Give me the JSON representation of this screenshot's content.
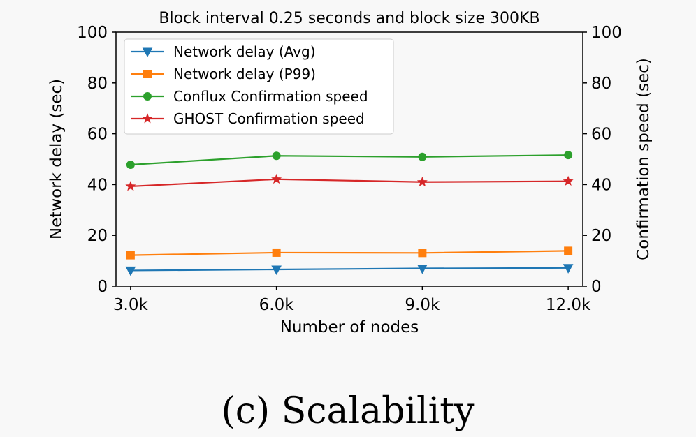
{
  "chart_data": {
    "type": "line",
    "title": "Block interval 0.25 seconds and block size 300KB",
    "xlabel": "Number of nodes",
    "ylabel_left": "Network delay (sec)",
    "ylabel_right": "Confirmation speed (sec)",
    "categories": [
      "3.0k",
      "6.0k",
      "9.0k",
      "12.0k"
    ],
    "x": [
      3000,
      6000,
      9000,
      12000
    ],
    "xlim": [
      2700,
      12300
    ],
    "ylim_left": [
      0,
      100
    ],
    "ylim_right": [
      0,
      100
    ],
    "yticks_left": [
      "0",
      "20",
      "40",
      "60",
      "80",
      "100"
    ],
    "yticks_right": [
      "0",
      "20",
      "40",
      "60",
      "80",
      "100"
    ],
    "grid": false,
    "legend_position": "top-left",
    "series": [
      {
        "name": "Network delay (Avg)",
        "axis": "left",
        "color": "#1f77b4",
        "marker": "triangle-down",
        "values": [
          6.2,
          6.6,
          7.0,
          7.2
        ]
      },
      {
        "name": "Network delay (P99)",
        "axis": "left",
        "color": "#ff7f0e",
        "marker": "square",
        "values": [
          12.2,
          13.2,
          13.1,
          13.9
        ]
      },
      {
        "name": "Conflux Confirmation speed",
        "axis": "right",
        "color": "#2ca02c",
        "marker": "circle",
        "values": [
          47.8,
          51.3,
          50.9,
          51.6
        ]
      },
      {
        "name": "GHOST Confirmation speed",
        "axis": "right",
        "color": "#d62728",
        "marker": "star",
        "values": [
          39.3,
          42.1,
          41.0,
          41.3
        ]
      }
    ]
  },
  "caption": "(c) Scalability"
}
